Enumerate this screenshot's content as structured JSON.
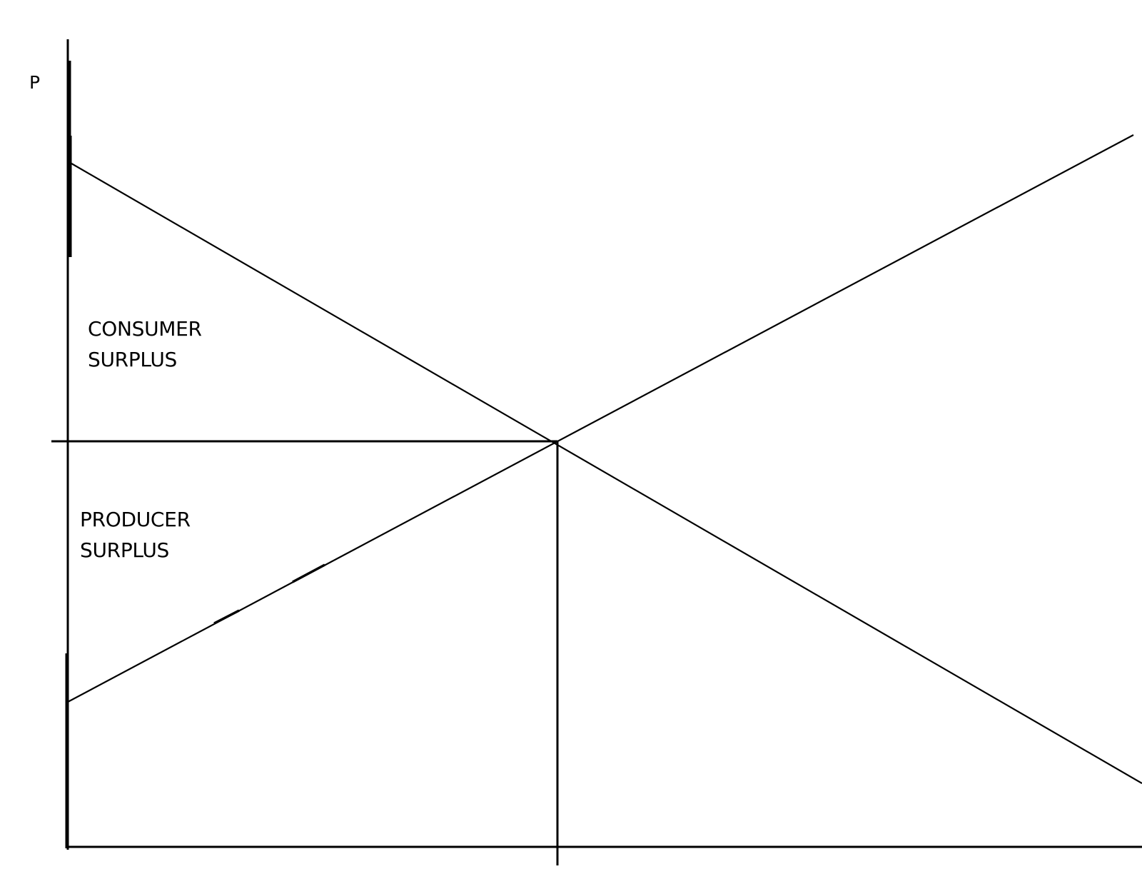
{
  "diagram": {
    "y_axis_label": "P",
    "consumer_surplus_label": [
      "CONSUMER",
      "SURPLUS"
    ],
    "producer_surplus_label": [
      "PRODUCER",
      "SURPLUS"
    ]
  }
}
